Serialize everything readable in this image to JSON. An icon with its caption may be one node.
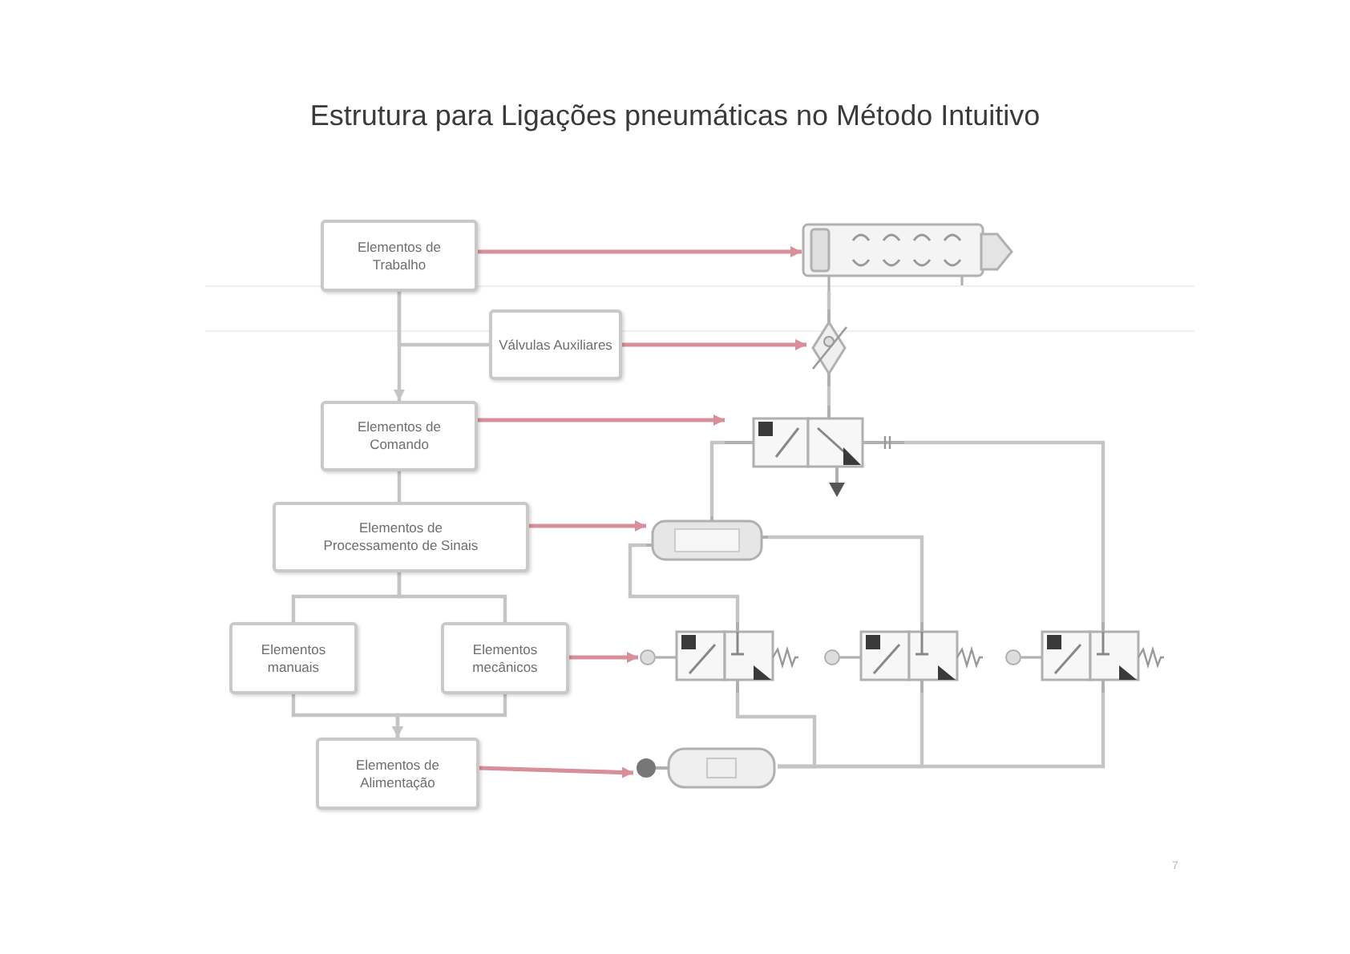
{
  "diagram": {
    "title": "Estrutura para Ligações pneumáticas no Método Intuitivo",
    "nodes": [
      {
        "text": [
          "Elementos de Trabalho"
        ]
      },
      {
        "text": [
          "Válvulas Auxiliares"
        ]
      },
      {
        "text": [
          "Elementos de Comando"
        ]
      },
      {
        "text": [
          "Elementos de Processamento de Sinais"
        ]
      },
      {
        "text": [
          "Elementos manuais"
        ]
      },
      {
        "text": [
          "Elementos mecânicos"
        ]
      },
      {
        "text": [
          "Elementos de Alimentação"
        ]
      },
      {
        "text": [],
        "shape": "picture"
      },
      {
        "text": [],
        "shape": "picture"
      },
      {
        "text": [],
        "shape": "picture"
      },
      {
        "text": [],
        "shape": "picture"
      },
      {
        "text": [],
        "shape": "picture"
      },
      {
        "text": [],
        "shape": "picture"
      },
      {
        "text": [],
        "shape": "picture"
      },
      {
        "text": [],
        "shape": "picture"
      }
    ],
    "edges": [
      {
        "from": 0,
        "to": 2,
        "arrow": "to"
      },
      {
        "from": 0,
        "to": 1,
        "arrow": "none"
      },
      {
        "from": 2,
        "to": 3,
        "arrow": "none"
      },
      {
        "from": 3,
        "to": 4,
        "arrow": "none"
      },
      {
        "from": 3,
        "to": 5,
        "arrow": "none"
      },
      {
        "from": 4,
        "to": 6,
        "arrow": "to"
      },
      {
        "from": 5,
        "to": 6,
        "arrow": "to"
      },
      {
        "from": 7,
        "to": 8,
        "arrow": "none"
      },
      {
        "from": 8,
        "to": 9,
        "arrow": "none"
      },
      {
        "from": 9,
        "to": 10,
        "arrow": "none"
      },
      {
        "from": 9,
        "to": 13,
        "arrow": "none"
      },
      {
        "from": 10,
        "to": 12,
        "arrow": "none"
      },
      {
        "from": 10,
        "to": 11,
        "arrow": "none"
      },
      {
        "from": 14,
        "to": 11,
        "arrow": "none"
      },
      {
        "from": 14,
        "to": 12,
        "arrow": "none"
      },
      {
        "from": 14,
        "to": 13,
        "arrow": "none"
      },
      {
        "from": 0,
        "to": 7,
        "arrow": "to",
        "color": "#d98f99"
      },
      {
        "from": 1,
        "to": 8,
        "arrow": "to",
        "color": "#d98f99"
      },
      {
        "from": 2,
        "to": 9,
        "arrow": "to",
        "color": "#d98f99"
      },
      {
        "from": 3,
        "to": 10,
        "arrow": "to",
        "color": "#d98f99"
      },
      {
        "from": 5,
        "to": 11,
        "arrow": "to",
        "color": "#d98f99"
      },
      {
        "from": 6,
        "to": 14,
        "arrow": "to",
        "color": "#d98f99"
      }
    ],
    "labels": [
      "7"
    ]
  }
}
